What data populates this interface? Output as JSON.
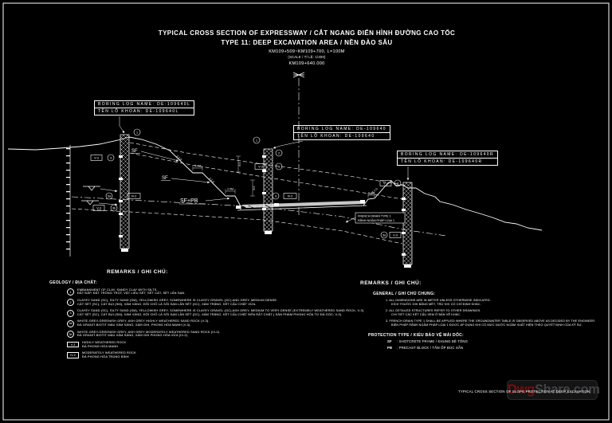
{
  "title_block": {
    "line1": "TYPICAL CROSS SECTION OF EXPRESSWAY / CẮT NGANG ĐIỂN HÌNH ĐƯỜNG CAO TỐC",
    "line2": "TYPE 11: DEEP EXCAVATION AREA / NỀN ĐÀO SÂU",
    "chainage": "KM109+509~KM109+700, L=100M",
    "scale": "(SCALE / TỈ LỆ: 1/400)",
    "station": "KM109+640.000"
  },
  "boring": {
    "left": {
      "en": "BORING LOG NAME: DE-109640L",
      "vi": "TÊN LỖ KHOAN: DE-109640L"
    },
    "center": {
      "en": "BORING LOG NAME: DE-109640",
      "vi": "TÊN LỖ KHOAN: DE-109640"
    },
    "right": {
      "en": "BORING LOG NAME: DE-109640R",
      "vi": "TÊN LỖ KHOAN: DE-109640R"
    }
  },
  "drawing": {
    "labels": {
      "sf": "SF",
      "sf_pb": "SF+PB"
    },
    "dims": {
      "bench": "2.0M",
      "height": "8.0",
      "ratio": "1:1.0"
    },
    "french_drain": {
      "en": "FRENCH DRAIN TYPE 1",
      "vi": "RÃNH NGẦM PHÁP LOẠI 1"
    },
    "tags": {
      "top_left": "1",
      "top_mid": "1",
      "g1_box": "V-3",
      "g1_circle": "3",
      "g2_circle": "3a",
      "g2_box": "IV-2",
      "g3_box": "V-3",
      "g3_circle": "3b",
      "g4_circle": "2",
      "g5_box": "V-3",
      "g5_circle": "3",
      "g6_circle": "3",
      "g6_box": "IV-2",
      "g7_box": "V-3",
      "g7_circle": "2",
      "g8_circle": "3a",
      "g8_box": "V-3"
    }
  },
  "legend": {
    "header": "REMARKS / GHI CHÚ:",
    "subheader": "GEOLOGY / ĐỊA CHẤT:",
    "items": [
      {
        "marker": "1",
        "en": "EMBANKMENT OF CLAY, SANDY CLAY WITH SILTS.",
        "vi": "ĐẤT ĐẮP, ĐẤT TRỒNG TRỌT, VẬT LIỆU SÉT, SÉT CÁT, SÉT LẪN SẠN."
      },
      {
        "marker": "2",
        "en": "CLAYEY SAND (SC), SILTY SAND (SM), YELLOWISH GREY, SOMEWHERE IS CLAYEY GRAVEL (GC) AND GREY, MEDIUM DENSE.",
        "vi": "CÁT SÉT (SC), CÁT BỤI (SM), XÁM VÀNG, ĐÔI CHỖ LÀ SỎI SẠN LẪN SÉT (GC), XÁM TRẮNG, KẾT CẤU CHẶT VỪA."
      },
      {
        "marker": "3",
        "en": "CLAYEY SAND (SC), SILTY SAND (SM), YELLOWISH GREY, SOMEWHERE IS CLAYEY GRAVEL (GC) ASH GREY, MEDIUM TO VERY DENSE (EXTREMELY WEATHERED SAND ROCK, V-3).",
        "vi": "CÁT SÉT (SC), CÁT BỤI (SM), XÁM VÀNG, ĐÔI CHỖ LÀ SỎI SẠN LẪN SÉT (GC), XÁM TRẮNG, KẾT CẤU CHẶT ĐẾN RẤT CHẶT ( SẢN PHẨM PHONG HÓA TỪ ĐÁ GỐC, V-3)."
      },
      {
        "marker": "3a",
        "en": "WHITE-GREY-GREENISH GREY, ASH GREY HIGHLY WEATHERED SAND ROCK (V-3).",
        "vi": "ĐÁ GRANIT-BIOTIT MÀU XÁM SÁNG, XÁM GHI, PHONG HÓA MẠNH (V-3)."
      },
      {
        "marker": "3b",
        "en": "WHITE-GREY-GREENISH GREY, ASH GREY MODERATELY WEATHERED SAND ROCK (IV-2).",
        "vi": "ĐÁ GRANIT-BIOTIT MÀU XÁM SÁNG, XÁM GHI PHONG HÓA VỪA (IV-2)."
      },
      {
        "marker": "V-3",
        "en": "HIGHLY WEATHERED ROCK",
        "vi": "ĐÁ PHONG HÓA MẠNH"
      },
      {
        "marker": "IV-2",
        "en": "MODERATELY WEATHERED ROCK",
        "vi": "ĐÁ PHONG HÓA TRUNG BÌNH"
      }
    ]
  },
  "remarks": {
    "header": "REMARKS / GHI CHÚ:",
    "general_header": "GENERAL / GHI CHÚ CHUNG:",
    "items": [
      {
        "en": "1. ALL DIMENSIONS ARE IN METER UNLESS OTHERWISE INDICATED.",
        "vi": "KÍCH THƯỚC GHI BẰNG MÉT, TRỪ KHI CÓ CHỈ ĐỊNH KHÁC."
      },
      {
        "en": "2. ALL DETAILED STRUCTURES REFER TO OTHER DRAWINGS.",
        "vi": "CHI TIẾT CÁC KẾT CẤU XEM Ở BẢN VẼ KHÁC."
      },
      {
        "en": "3. FRENCH DRAIN TYPE 1 SHALL BE APPLIED WHERE THE GROUNDWATER TABLE IS OBSERVED ABOVE AS DECIDED BY THE ENGINEER.",
        "vi": "BIỆN PHÁP RÃNH NGẦM PHÁP LOẠI 1 ĐƯỢC ÁP DỤNG KHI CÓ MỰC NƯỚC NGẦM XUẤT HIỆN THEO QUYẾT ĐỊNH CỦA KỸ SƯ."
      }
    ],
    "protection_header": "PROTECTION TYPE / KIỂU BẢO VỆ MÁI DỐC:",
    "protection": [
      {
        "code": "SF",
        "desc": ": SHOTCRETE FRAME / KHUNG BÊ TÔNG"
      },
      {
        "code": "PB",
        "desc": ": PRECAST BLOCK / TẤM ỐP ĐÚC SẴN"
      }
    ]
  },
  "footer": {
    "title": "TYPICAL CROSS SECTION OF SLOPE PROTECTION AT DEEP EXCAVATION",
    "wm_red": "Dwg",
    "wm_grey": "Share.com"
  },
  "colors": {
    "background": "#000000",
    "line": "#ffffff",
    "watermark_red": "#6e1113",
    "watermark_grey": "#414144"
  }
}
